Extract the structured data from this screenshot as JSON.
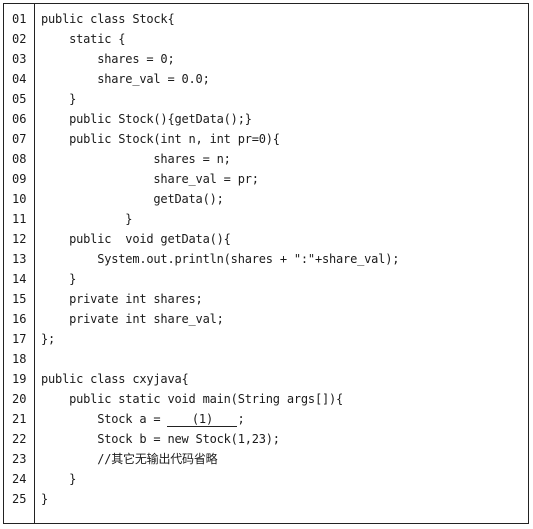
{
  "lines": [
    {
      "num": "01",
      "code": "public class Stock{"
    },
    {
      "num": "02",
      "code": "    static {"
    },
    {
      "num": "03",
      "code": "        shares = 0;"
    },
    {
      "num": "04",
      "code": "        share_val = 0.0;"
    },
    {
      "num": "05",
      "code": "    }"
    },
    {
      "num": "06",
      "code": "    public Stock(){getData();}"
    },
    {
      "num": "07",
      "code": "    public Stock(int n, int pr=0){"
    },
    {
      "num": "08",
      "code": "                shares = n;"
    },
    {
      "num": "09",
      "code": "                share_val = pr;"
    },
    {
      "num": "10",
      "code": "                getData();"
    },
    {
      "num": "11",
      "code": "            }"
    },
    {
      "num": "12",
      "code": "    public  void getData(){"
    },
    {
      "num": "13",
      "code": "        System.out.println(shares + \":\"+share_val);"
    },
    {
      "num": "14",
      "code": "    }"
    },
    {
      "num": "15",
      "code": "    private int shares;"
    },
    {
      "num": "16",
      "code": "    private int share_val;"
    },
    {
      "num": "17",
      "code": "};"
    },
    {
      "num": "18",
      "code": ""
    },
    {
      "num": "19",
      "code": "public class cxyjava{"
    },
    {
      "num": "20",
      "code": "    public static void main(String args[]){"
    },
    {
      "num": "21",
      "code": "        Stock a = ",
      "blank": "(1)",
      "after": ";"
    },
    {
      "num": "22",
      "code": "        Stock b = new Stock(1,23);"
    },
    {
      "num": "23",
      "code": "        //其它无输出代码省略"
    },
    {
      "num": "24",
      "code": "    }"
    },
    {
      "num": "25",
      "code": "}"
    }
  ]
}
